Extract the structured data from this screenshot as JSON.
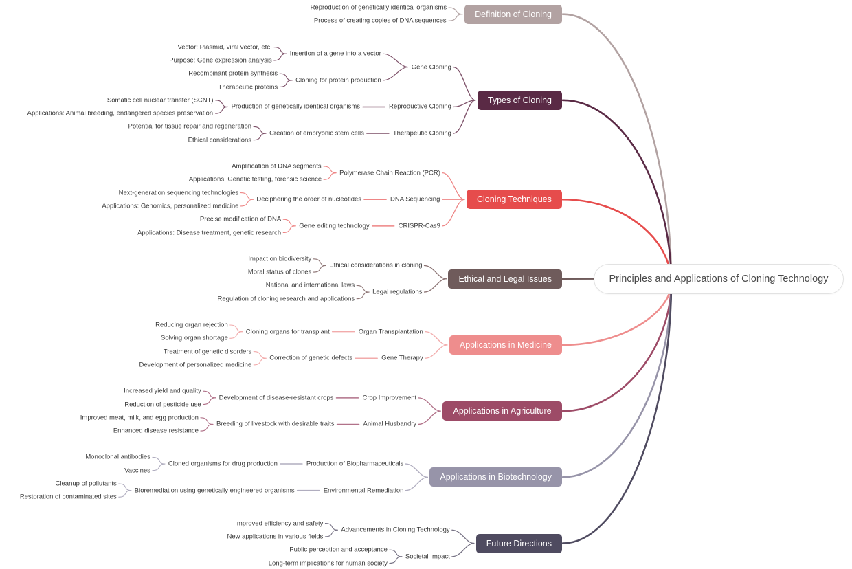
{
  "mindmap": {
    "background_color": "#ffffff",
    "root": {
      "label": "Principles and Applications of Cloning Technology",
      "fill": "#ffffff",
      "border_color": "#e2e2e2",
      "text_color": "#4a4a4a"
    },
    "branches": [
      {
        "label": "Definition of Cloning",
        "node_color": "#b2a2a2",
        "link_color": "#b6a8a8",
        "children": [
          {
            "label": "Reproduction of genetically identical organisms"
          },
          {
            "label": "Process of creating copies of DNA sequences"
          }
        ]
      },
      {
        "label": "Types of Cloning",
        "node_color": "#5a2a45",
        "link_color": "#7c4f67",
        "children": [
          {
            "label": "Gene Cloning",
            "children": [
              {
                "label": "Insertion of a gene into a vector",
                "children": [
                  {
                    "label": "Vector: Plasmid, viral vector, etc."
                  },
                  {
                    "label": "Purpose: Gene expression analysis"
                  }
                ]
              },
              {
                "label": "Cloning for protein production",
                "children": [
                  {
                    "label": "Recombinant protein synthesis"
                  },
                  {
                    "label": "Therapeutic proteins"
                  }
                ]
              }
            ]
          },
          {
            "label": "Reproductive Cloning",
            "children": [
              {
                "label": "Production of genetically identical organisms",
                "children": [
                  {
                    "label": "Somatic cell nuclear transfer (SCNT)"
                  },
                  {
                    "label": "Applications: Animal breeding, endangered species preservation"
                  }
                ]
              }
            ]
          },
          {
            "label": "Therapeutic Cloning",
            "children": [
              {
                "label": "Creation of embryonic stem cells",
                "children": [
                  {
                    "label": "Potential for tissue repair and regeneration"
                  },
                  {
                    "label": "Ethical considerations"
                  }
                ]
              }
            ]
          }
        ]
      },
      {
        "label": "Cloning Techniques",
        "node_color": "#e64c4c",
        "link_color": "#ee8585",
        "children": [
          {
            "label": "Polymerase Chain Reaction (PCR)",
            "children": [
              {
                "label": "Amplification of DNA segments"
              },
              {
                "label": "Applications: Genetic testing, forensic science"
              }
            ]
          },
          {
            "label": "DNA Sequencing",
            "children": [
              {
                "label": "Deciphering the order of nucleotides",
                "children": [
                  {
                    "label": "Next-generation sequencing technologies"
                  },
                  {
                    "label": "Applications: Genomics, personalized medicine"
                  }
                ]
              }
            ]
          },
          {
            "label": "CRISPR-Cas9",
            "children": [
              {
                "label": "Gene editing technology",
                "children": [
                  {
                    "label": "Precise modification of DNA"
                  },
                  {
                    "label": "Applications: Disease treatment, genetic research"
                  }
                ]
              }
            ]
          }
        ]
      },
      {
        "label": "Ethical and Legal Issues",
        "node_color": "#6f5b5b",
        "link_color": "#8d7575",
        "children": [
          {
            "label": "Ethical considerations in cloning",
            "children": [
              {
                "label": "Impact on biodiversity"
              },
              {
                "label": "Moral status of clones"
              }
            ]
          },
          {
            "label": "Legal regulations",
            "children": [
              {
                "label": "National and international laws"
              },
              {
                "label": "Regulation of cloning research and applications"
              }
            ]
          }
        ]
      },
      {
        "label": "Applications in Medicine",
        "node_color": "#ee8d8d",
        "link_color": "#f2abab",
        "children": [
          {
            "label": "Organ Transplantation",
            "children": [
              {
                "label": "Cloning organs for transplant",
                "children": [
                  {
                    "label": "Reducing organ rejection"
                  },
                  {
                    "label": "Solving organ shortage"
                  }
                ]
              }
            ]
          },
          {
            "label": "Gene Therapy",
            "children": [
              {
                "label": "Correction of genetic defects",
                "children": [
                  {
                    "label": "Treatment of genetic disorders"
                  },
                  {
                    "label": "Development of personalized medicine"
                  }
                ]
              }
            ]
          }
        ]
      },
      {
        "label": "Applications in Agriculture",
        "node_color": "#9d4b67",
        "link_color": "#b17289",
        "children": [
          {
            "label": "Crop Improvement",
            "children": [
              {
                "label": "Development of disease-resistant crops",
                "children": [
                  {
                    "label": "Increased yield and quality"
                  },
                  {
                    "label": "Reduction of pesticide use"
                  }
                ]
              }
            ]
          },
          {
            "label": "Animal Husbandry",
            "children": [
              {
                "label": "Breeding of livestock with desirable traits",
                "children": [
                  {
                    "label": "Improved meat, milk, and egg production"
                  },
                  {
                    "label": "Enhanced disease resistance"
                  }
                ]
              }
            ]
          }
        ]
      },
      {
        "label": "Applications in Biotechnology",
        "node_color": "#9794a9",
        "link_color": "#b0adbf",
        "children": [
          {
            "label": "Production of Biopharmaceuticals",
            "children": [
              {
                "label": "Cloned organisms for drug production",
                "children": [
                  {
                    "label": "Monoclonal antibodies"
                  },
                  {
                    "label": "Vaccines"
                  }
                ]
              }
            ]
          },
          {
            "label": "Environmental Remediation",
            "children": [
              {
                "label": "Bioremediation using genetically engineered organisms",
                "children": [
                  {
                    "label": "Cleanup of pollutants"
                  },
                  {
                    "label": "Restoration of contaminated sites"
                  }
                ]
              }
            ]
          }
        ]
      },
      {
        "label": "Future Directions",
        "node_color": "#4f4b60",
        "link_color": "#757183",
        "children": [
          {
            "label": "Advancements in Cloning Technology",
            "children": [
              {
                "label": "Improved efficiency and safety"
              },
              {
                "label": "New applications in various fields"
              }
            ]
          },
          {
            "label": "Societal Impact",
            "children": [
              {
                "label": "Public perception and acceptance"
              },
              {
                "label": "Long-term implications for human society"
              }
            ]
          }
        ]
      }
    ]
  }
}
